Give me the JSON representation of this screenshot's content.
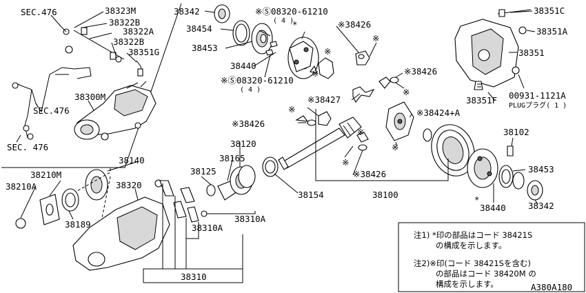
{
  "labels": {
    "sec476_top": "SEC.476",
    "p38323M": "38323M",
    "p38322B_a": "38322B",
    "p38322A": "38322A",
    "p38322B_b": "38322B",
    "p38351G": "38351G",
    "sec476_mid": "SEC.476",
    "p38300M": "38300M",
    "sec476_bot": "SEC. 476",
    "p38342_top": "38342",
    "bolt_top": "※Ⓢ08320-61210",
    "qty_top": "( 4 )",
    "p38454": "38454",
    "p38453_top": "38453",
    "p38440_top": "38440",
    "bolt_bot": "※Ⓢ08320-61210",
    "qty_bot": "( 4 )",
    "p38426_a": "※38426",
    "p38426_b": "※38426",
    "p38427": "※38427",
    "p38426_c": "※38426",
    "p38424A": "※38424+A",
    "p38426_d": "※38426",
    "p38351C": "38351C",
    "p38351A": "38351A",
    "p38351": "38351",
    "p38351F": "38351F",
    "plug_code": "00931-1121A",
    "plug_name": "PLUGプラグ( 1 )",
    "p38102": "38102",
    "p38453_bot": "38453",
    "p38440_bot": "38440",
    "p38342_bot": "38342",
    "p38100": "38100",
    "p38154": "38154",
    "p38120": "38120",
    "p38165": "38165",
    "p38125": "38125",
    "p38140": "38140",
    "p38210M": "38210M",
    "p38210A": "38210A",
    "p38189": "38189",
    "p38320": "38320",
    "p38310A_a": "38310A",
    "p38310A_b": "38310A",
    "p38310": "38310",
    "asterisk": "*",
    "kome": "※"
  },
  "notes": {
    "n1_line1": "注1) *印の部品はコード 38421S",
    "n1_line2": "の構成を示します。",
    "n2_line1": "注2)※印(コード 38421Sを含む)",
    "n2_line2": "の部品はコード 38420M の",
    "n2_line3": "構成を示します。"
  },
  "figure_code": "A380A180"
}
